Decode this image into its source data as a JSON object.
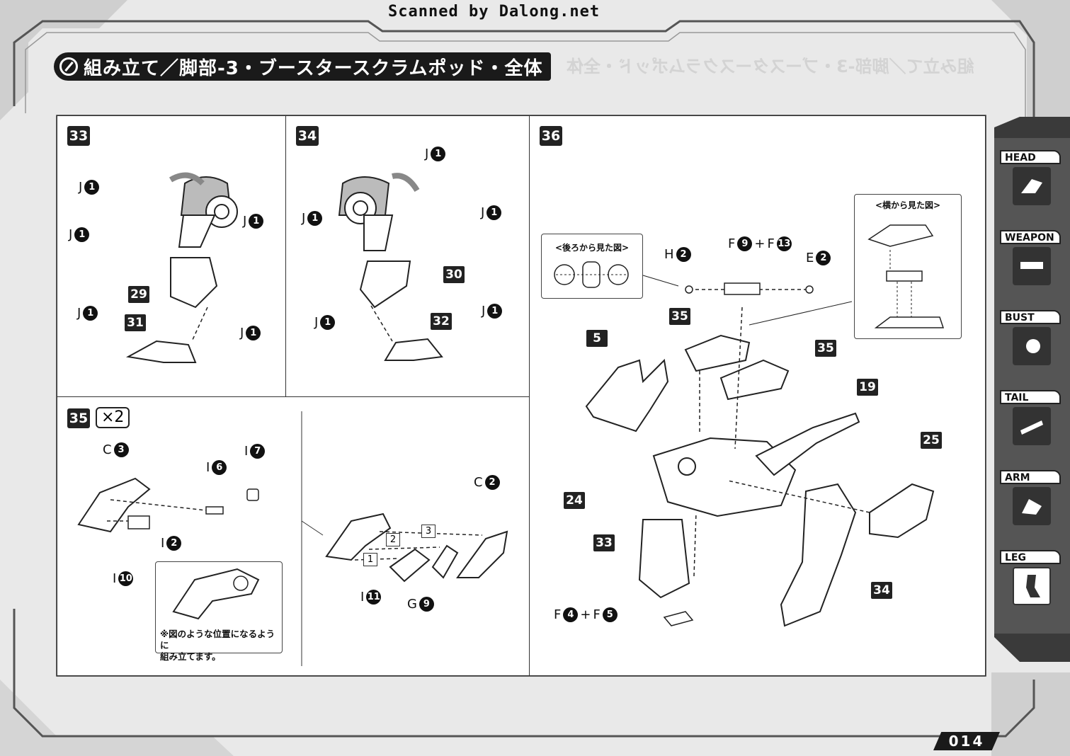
{
  "scan_credit": "Scanned by Dalong.net",
  "section_title": "組み立て／脚部-3・ブースタースクラムポッド・全体",
  "page_number": "014",
  "side_tabs": [
    {
      "label": "HEAD"
    },
    {
      "label": "WEAPON"
    },
    {
      "label": "BUST"
    },
    {
      "label": "TAIL"
    },
    {
      "label": "ARM"
    },
    {
      "label": "LEG"
    }
  ],
  "steps": {
    "s33": {
      "num": "33",
      "parts": [
        "J",
        "1",
        "J",
        "1",
        "J",
        "1",
        "J",
        "1",
        "J",
        "1"
      ],
      "callouts": [
        "29",
        "31"
      ]
    },
    "s34": {
      "num": "34",
      "parts": [
        "J",
        "1",
        "J",
        "1",
        "J",
        "1",
        "J",
        "1",
        "J",
        "1"
      ],
      "callouts": [
        "30",
        "32"
      ]
    },
    "s35": {
      "num": "35",
      "multiplier": "×2",
      "parts": [
        "C",
        "3",
        "I",
        "6",
        "I",
        "7",
        "I",
        "2",
        "I",
        "10",
        "C",
        "2",
        "I",
        "11",
        "G",
        "9"
      ],
      "seq": [
        "1",
        "2",
        "3"
      ],
      "note_line1": "※図のような位置になるように",
      "note_line2": "組み立てます。"
    },
    "s36": {
      "num": "36",
      "back_view_title": "<後ろから見た図>",
      "side_view_title": "<横から見た図>",
      "parts": [
        "H",
        "2",
        "F",
        "9",
        "+",
        "F",
        "13",
        "E",
        "2",
        "F",
        "4",
        "+",
        "F",
        "5"
      ],
      "callouts": [
        "35",
        "35",
        "5",
        "19",
        "25",
        "24",
        "33",
        "34"
      ]
    }
  }
}
